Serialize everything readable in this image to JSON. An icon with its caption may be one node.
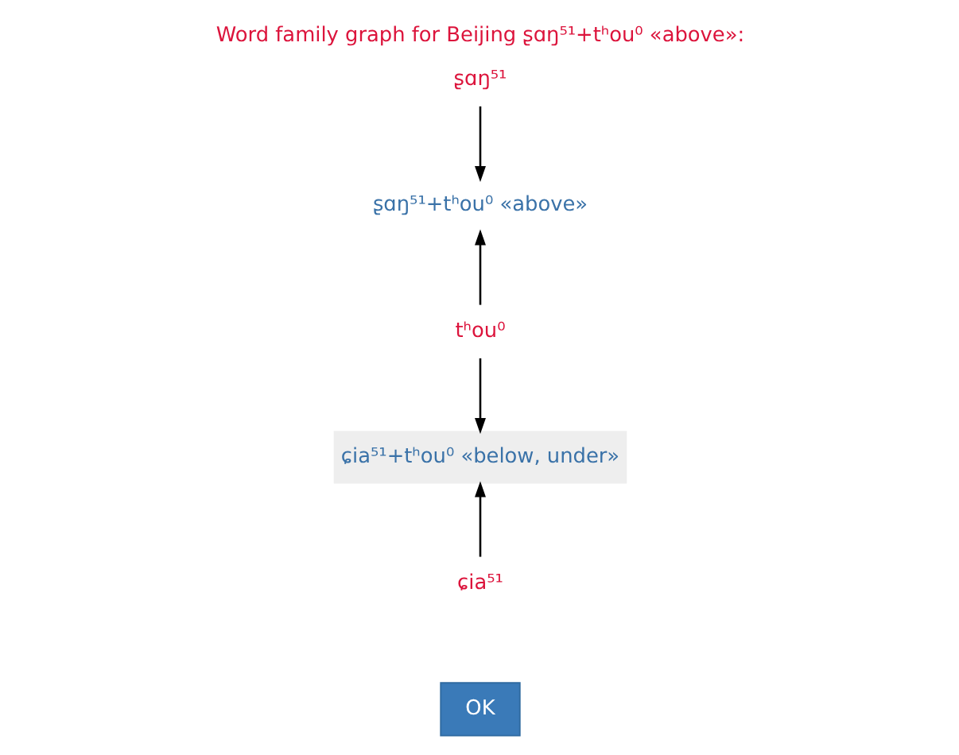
{
  "diagram": {
    "title": "Word family graph for Beijing ʂɑŋ⁵¹+tʰou⁰ «above»:",
    "nodes": [
      {
        "text": [
          "ʂɑŋ⁵¹"
        ]
      },
      {
        "text": [
          "ʂɑŋ⁵¹+tʰou⁰ «above»"
        ]
      },
      {
        "text": [
          "tʰou⁰"
        ]
      },
      {
        "text": [
          "ɕia⁵¹+tʰou⁰ «below, under»"
        ]
      },
      {
        "text": [
          "ɕia⁵¹"
        ]
      }
    ],
    "edges": [
      {
        "from": 0,
        "to": 1,
        "arrow": "to"
      },
      {
        "from": 2,
        "to": 1,
        "arrow": "to"
      },
      {
        "from": 2,
        "to": 3,
        "arrow": "to"
      },
      {
        "from": 4,
        "to": 3,
        "arrow": "to"
      }
    ],
    "labels": [
      "OK"
    ]
  }
}
